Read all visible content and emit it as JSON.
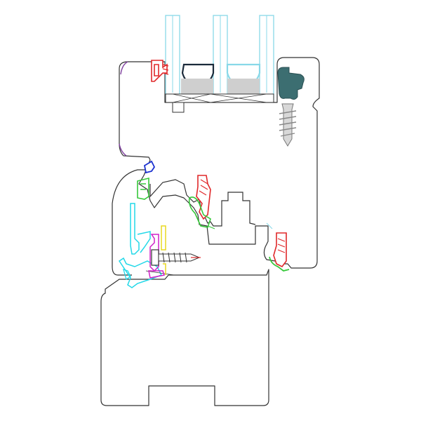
{
  "diagram": {
    "colors": {
      "outline": "#333333",
      "glass": "#88d8e8",
      "spacer": "#1a2a3a",
      "glazing_bead": "#3c6e71",
      "red_gasket": "#e0282a",
      "green_seal": "#36c83a",
      "cyan_hardware": "#22d8e8",
      "magenta_part": "#d020c8",
      "yellow_part": "#e8d820",
      "blue_part": "#1a30d0",
      "screw": "#9a9a9a",
      "purple_edge": "#8040a0"
    },
    "components": [
      "window-frame-profile",
      "casement-sash-profile",
      "triple-glazing-unit",
      "glazing-bead",
      "glass-fixing-screw",
      "hardware-fixing-screw",
      "weather-gaskets",
      "hardware-fittings"
    ]
  }
}
